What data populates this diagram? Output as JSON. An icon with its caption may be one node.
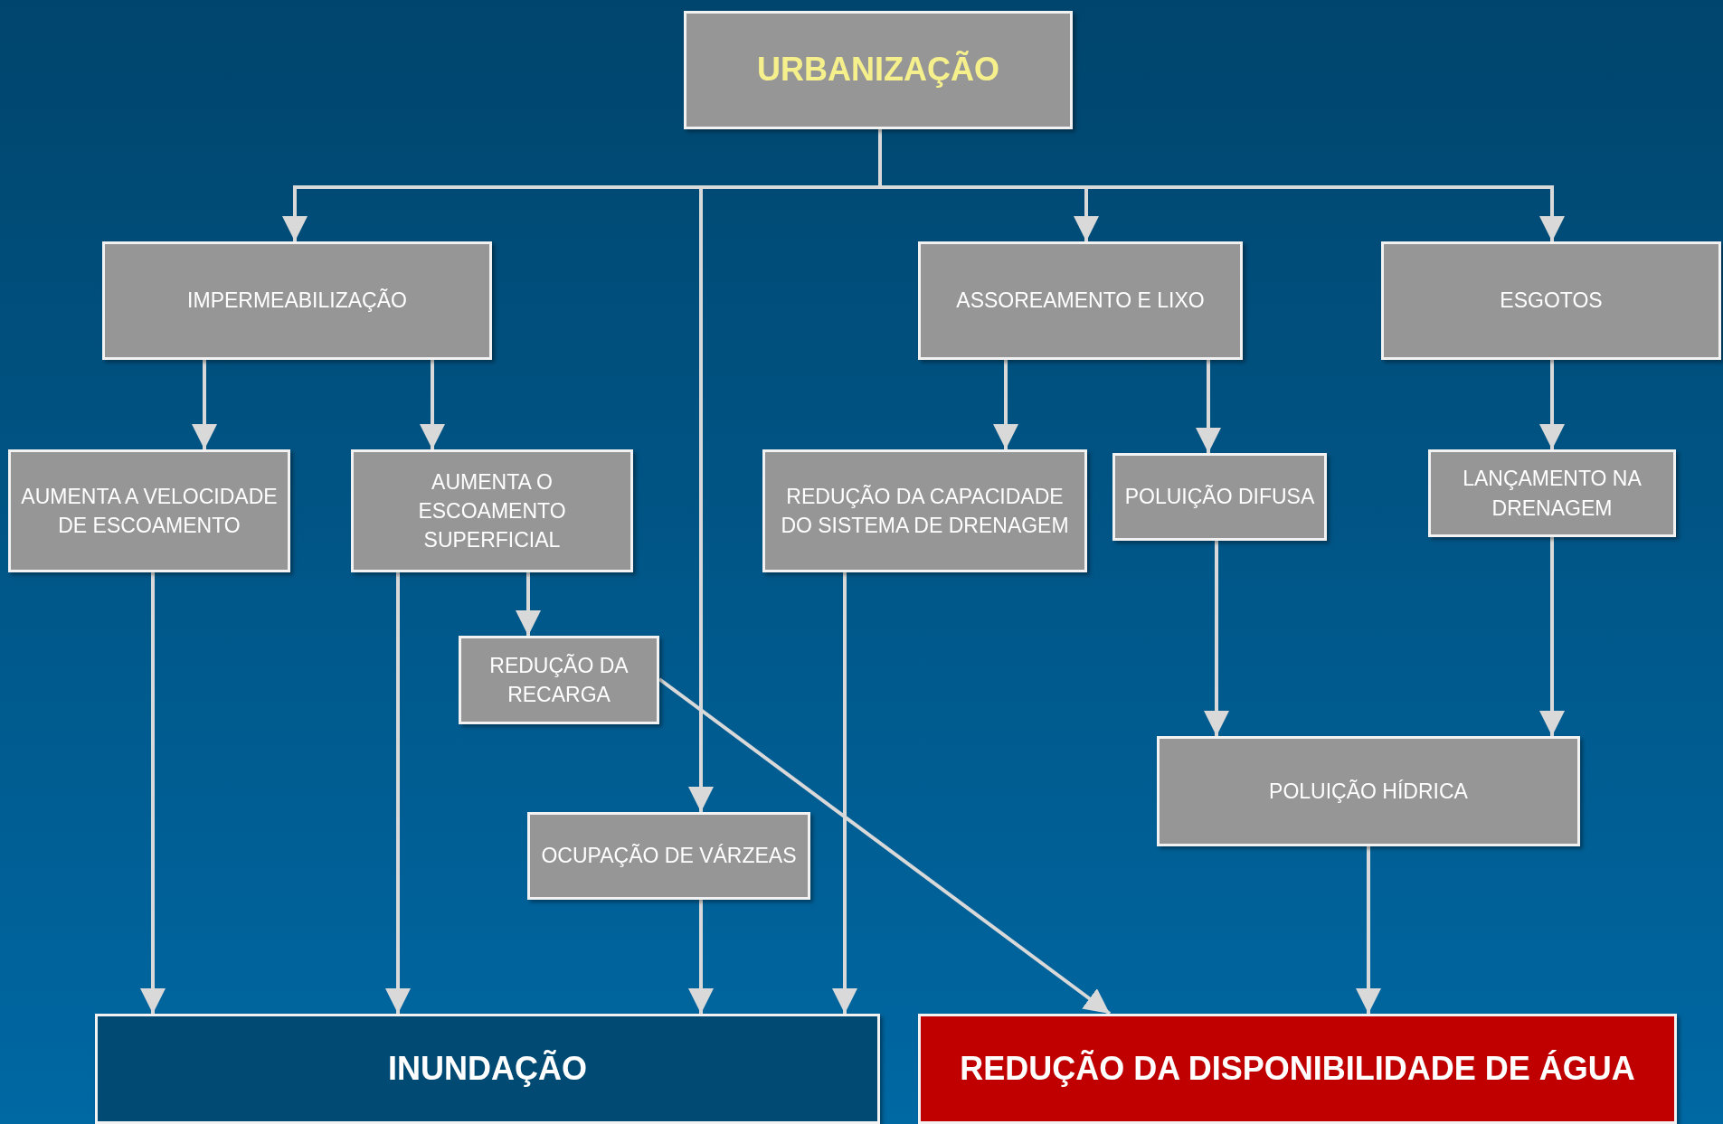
{
  "diagram": {
    "nodes": [
      {
        "text": [
          "URBANIZAÇÃO"
        ]
      },
      {
        "text": [
          "IMPERMEABILIZAÇÃO"
        ]
      },
      {
        "text": [
          "ASSOREAMENTO E LIXO"
        ]
      },
      {
        "text": [
          "ESGOTOS"
        ]
      },
      {
        "text": [
          "AUMENTA A VELOCIDADE DE ESCOAMENTO"
        ]
      },
      {
        "text": [
          "AUMENTA O ESCOAMENTO SUPERFICIAL"
        ]
      },
      {
        "text": [
          "REDUÇÃO DA CAPACIDADE DO SISTEMA DE DRENAGEM"
        ]
      },
      {
        "text": [
          "POLUIÇÃO DIFUSA"
        ]
      },
      {
        "text": [
          "LANÇAMENTO NA DRENAGEM"
        ]
      },
      {
        "text": [
          "REDUÇÃO DA RECARGA"
        ]
      },
      {
        "text": [
          "OCUPAÇÃO DE VÁRZEAS"
        ]
      },
      {
        "text": [
          "POLUIÇÃO HÍDRICA"
        ]
      },
      {
        "text": [
          "INUNDAÇÃO"
        ]
      },
      {
        "text": [
          "REDUÇÃO DA DISPONIBILIDADE DE ÁGUA"
        ]
      }
    ],
    "edges": [
      {
        "from": 0,
        "to": 1,
        "arrow": "to"
      },
      {
        "from": 0,
        "to": 10,
        "arrow": "to"
      },
      {
        "from": 0,
        "to": 2,
        "arrow": "to"
      },
      {
        "from": 0,
        "to": 3,
        "arrow": "to"
      },
      {
        "from": 1,
        "to": 4,
        "arrow": "to"
      },
      {
        "from": 1,
        "to": 5,
        "arrow": "to"
      },
      {
        "from": 2,
        "to": 6,
        "arrow": "to"
      },
      {
        "from": 2,
        "to": 7,
        "arrow": "to"
      },
      {
        "from": 3,
        "to": 8,
        "arrow": "to"
      },
      {
        "from": 5,
        "to": 9,
        "arrow": "to"
      },
      {
        "from": 9,
        "to": 13,
        "arrow": "to"
      },
      {
        "from": 4,
        "to": 12,
        "arrow": "to"
      },
      {
        "from": 5,
        "to": 12,
        "arrow": "to"
      },
      {
        "from": 10,
        "to": 12,
        "arrow": "to"
      },
      {
        "from": 6,
        "to": 12,
        "arrow": "to"
      },
      {
        "from": 7,
        "to": 11,
        "arrow": "to"
      },
      {
        "from": 8,
        "to": 11,
        "arrow": "to"
      },
      {
        "from": 11,
        "to": 13,
        "arrow": "to"
      }
    ]
  }
}
